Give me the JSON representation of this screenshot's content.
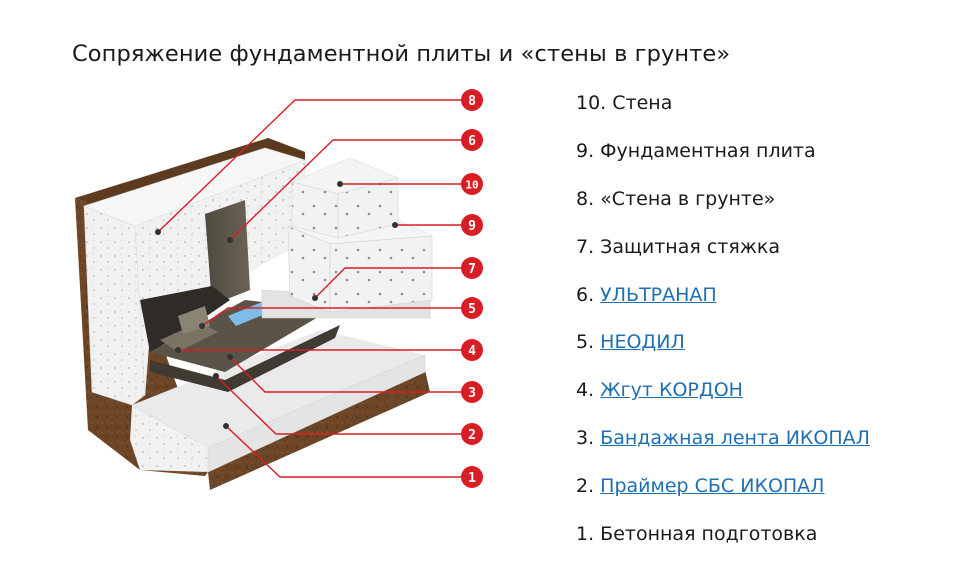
{
  "title": "Сопряжение фундаментной плиты и «стены в грунте»",
  "colors": {
    "accent": "#d81e24",
    "link": "#1f6fb2",
    "soil": "#6b4526",
    "concrete": "#eeeeee",
    "membrane": "#5c5446"
  },
  "callouts": [
    {
      "id": "8",
      "label": "8"
    },
    {
      "id": "6",
      "label": "6"
    },
    {
      "id": "10",
      "label": "10"
    },
    {
      "id": "9",
      "label": "9"
    },
    {
      "id": "7",
      "label": "7"
    },
    {
      "id": "5",
      "label": "5"
    },
    {
      "id": "4",
      "label": "4"
    },
    {
      "id": "3",
      "label": "3"
    },
    {
      "id": "2",
      "label": "2"
    },
    {
      "id": "1",
      "label": "1"
    }
  ],
  "legend": [
    {
      "prefix": "10. ",
      "text": "Стена",
      "link": false
    },
    {
      "prefix": "9. ",
      "text": "Фундаментная плита",
      "link": false
    },
    {
      "prefix": "8. ",
      "text": "«Стена в грунте»",
      "link": false
    },
    {
      "prefix": "7. ",
      "text": "Защитная стяжка",
      "link": false
    },
    {
      "prefix": "6. ",
      "text": "УЛЬТРАНАП",
      "link": true
    },
    {
      "prefix": "5. ",
      "text": "НЕОДИЛ",
      "link": true
    },
    {
      "prefix": "4. ",
      "text": "Жгут КОРДОН",
      "link": true
    },
    {
      "prefix": "3. ",
      "text": "Бандажная лента ИКОПАЛ",
      "link": true
    },
    {
      "prefix": "2. ",
      "text": "Праймер СБС ИКОПАЛ",
      "link": true
    },
    {
      "prefix": "1. ",
      "text": "Бетонная подготовка",
      "link": false
    }
  ]
}
